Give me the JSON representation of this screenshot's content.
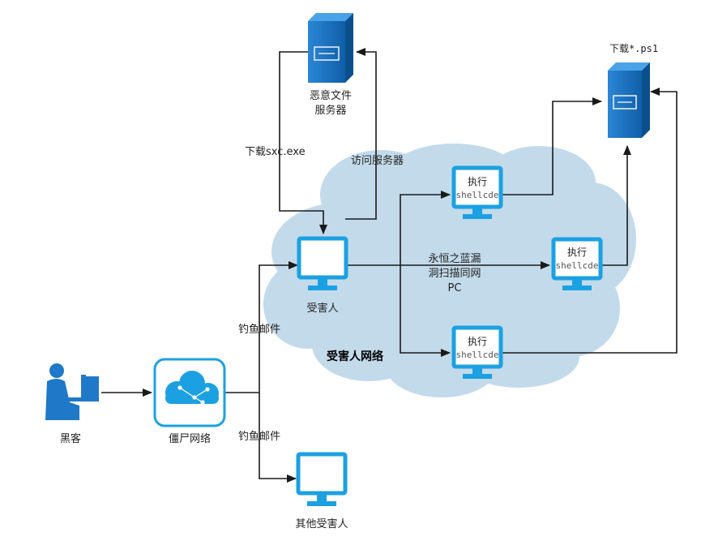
{
  "nodes": {
    "hacker": "黑客",
    "botnet": "僵尸网络",
    "victim": "受害人",
    "other_victim": "其他受害人",
    "malware_server": [
      "恶意文件",
      "服务器"
    ],
    "download_ps1": "下载*.ps1",
    "exec_top": [
      "执行",
      "shellcde"
    ],
    "exec_mid": [
      "执行",
      "shellcde"
    ],
    "exec_bottom": [
      "执行",
      "shellcde"
    ],
    "victim_network": "受害人网络"
  },
  "edges": {
    "phishing_upper": "钓鱼邮件",
    "phishing_lower": "钓鱼邮件",
    "download_exe": "下载sxc.exe",
    "visit_server": "访问服务器",
    "eternal_blue": [
      "永恒之蓝漏",
      "洞扫描同网",
      "PC"
    ]
  },
  "colors": {
    "cloud": "#c3daeb",
    "icon_blue": "#1ba1e2",
    "server_blue": "#1f78c8",
    "line": "#1a1a1a"
  }
}
